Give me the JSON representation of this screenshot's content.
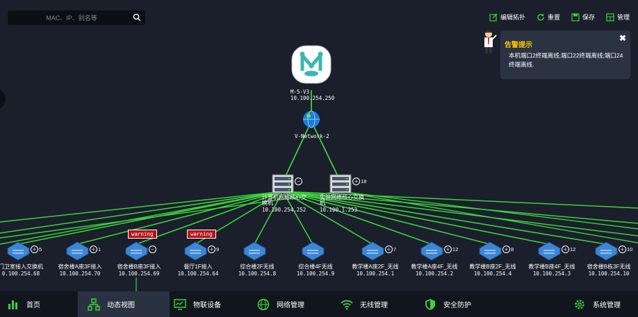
{
  "search": {
    "placeholder": "MAC、IP、别名等"
  },
  "toolbar": {
    "edit_label": "编辑拓扑",
    "reset_label": "重置",
    "save_label": "保存",
    "manage_label": "管理"
  },
  "alert": {
    "title": "告警提示",
    "message": "本机端口2终端离线;端口22终端离线;端口24终端离线.",
    "close_icon": "close-icon"
  },
  "gateway": {
    "name": "M-5-V3",
    "ip": "10.100.254.250"
  },
  "network": {
    "name": "V-Network-2"
  },
  "core": [
    {
      "name": "计算机网络核心交换机",
      "ip": "10.100.254.252",
      "badge": "−"
    },
    {
      "name": "实验网络核心交换机",
      "ip": "10.100.1.253",
      "badge": "+",
      "count": "18"
    }
  ],
  "access": [
    {
      "name": "门卫室接入交换机",
      "ip": "0.100.254.68",
      "count": "5",
      "sign": "+"
    },
    {
      "name": "宿舍楼A座3F接入",
      "ip": "10.100.254.70",
      "count": "1",
      "sign": "+"
    },
    {
      "name": "宿舍楼B座3F接入",
      "ip": "10.100.254.69",
      "count": "",
      "sign": "−",
      "warning": "warning"
    },
    {
      "name": "餐厅1F接入",
      "ip": "10.100.254.64",
      "count": "9",
      "sign": "+",
      "warning": "warning"
    },
    {
      "name": "综合楼2F无线",
      "ip": "10.100.254.8",
      "count": "",
      "sign": ""
    },
    {
      "name": "综合楼4F无线",
      "ip": "10.100.254.9",
      "count": "",
      "sign": ""
    },
    {
      "name": "教学楼A座2F_无线",
      "ip": "10.100.254.1",
      "count": "7",
      "sign": "+"
    },
    {
      "name": "教学楼A座4F_无线",
      "ip": "10.100.254.2",
      "count": "12",
      "sign": "+"
    },
    {
      "name": "教学楼B座2F_无线",
      "ip": "10.100.254.4",
      "count": "8",
      "sign": "+"
    },
    {
      "name": "教学楼B座4F_无线",
      "ip": "10.100.254.3",
      "count": "12",
      "sign": "+"
    },
    {
      "name": "宿舍楼B栋3F无线",
      "ip": "10.100.254.10",
      "count": "10",
      "sign": "+"
    }
  ],
  "nav": [
    {
      "label": "首页",
      "icon": "bar-chart-icon"
    },
    {
      "label": "动态视图",
      "icon": "topology-icon"
    },
    {
      "label": "物联设备",
      "icon": "monitor-icon"
    },
    {
      "label": "网络管理",
      "icon": "globe-icon"
    },
    {
      "label": "无线管理",
      "icon": "wifi-icon"
    },
    {
      "label": "安全防护",
      "icon": "shield-icon"
    },
    {
      "label": "系统管理",
      "icon": "gear-icon"
    }
  ],
  "colors": {
    "link": "#3cd23c",
    "accent": "#2a8c3a",
    "alert_title": "#f6c800",
    "warning_bg": "#b3141b"
  }
}
